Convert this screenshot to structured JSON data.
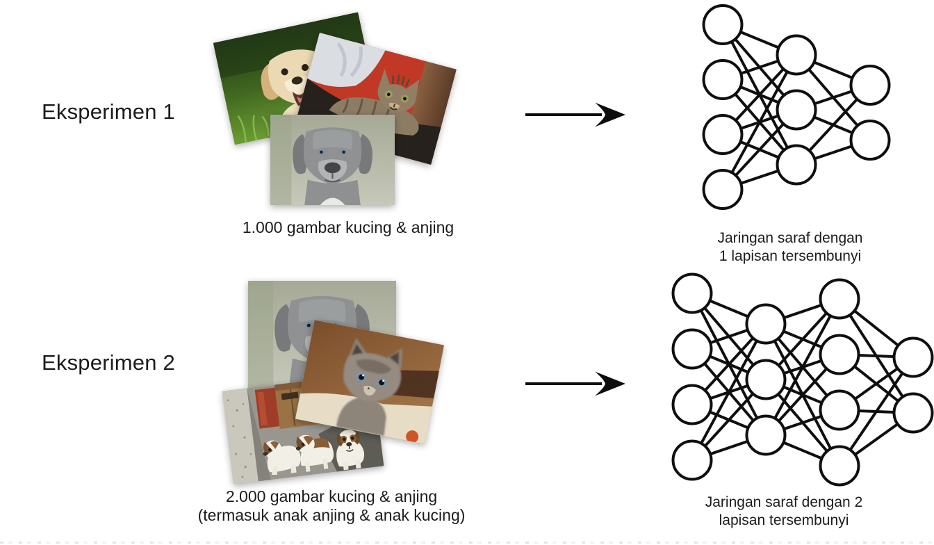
{
  "experiments": [
    {
      "label": "Eksperimen 1",
      "caption_lines": [
        "1.000 gambar kucing & anjing"
      ],
      "network_label_lines": [
        "Jaringan saraf dengan",
        "1 lapisan tersembunyi"
      ],
      "network": {
        "type": "feedforward",
        "hidden_layers": 1,
        "layers": [
          4,
          3,
          2
        ]
      },
      "photos": [
        "puppy-on-grass",
        "tabby-cat",
        "grey-dog-portrait"
      ]
    },
    {
      "label": "Eksperimen 2",
      "caption_lines": [
        "2.000 gambar kucing & anjing",
        "(termasuk anak anjing & anak kucing)"
      ],
      "network_label_lines": [
        "Jaringan saraf dengan 2",
        "lapisan tersembunyi"
      ],
      "network": {
        "type": "feedforward",
        "hidden_layers": 2,
        "layers": [
          4,
          3,
          4,
          2
        ]
      },
      "photos": [
        "grey-dog-portrait",
        "grey-kitten",
        "saint-bernard-puppies"
      ]
    }
  ],
  "colors": {
    "ink": "#111111",
    "background": "#ffffff"
  }
}
